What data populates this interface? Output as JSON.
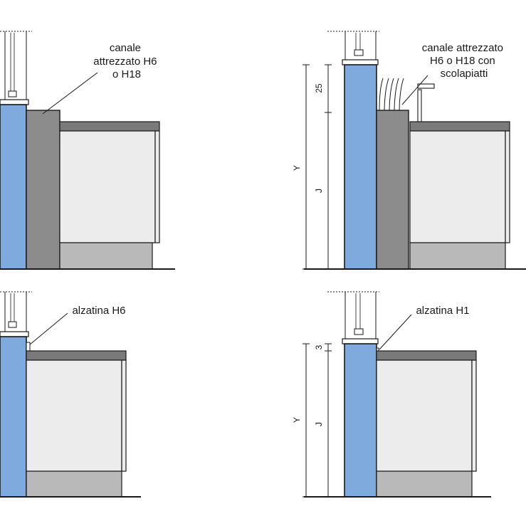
{
  "colors": {
    "wall_panel": "#7eaade",
    "channel": "#8c8c8c",
    "countertop": "#7a7a7a",
    "cabinet": "#ececec",
    "plinth": "#b9b9b9",
    "line": "#1a1a1a"
  },
  "panels": [
    {
      "id": "top-left",
      "label_lines": [
        "canale",
        "attrezzato H6",
        "o H18"
      ]
    },
    {
      "id": "top-right",
      "label_lines": [
        "canale attrezzato",
        "H6 o H18 con",
        "scolapiatti"
      ],
      "dims": {
        "total": "Y",
        "upper": "25",
        "lower": "J"
      }
    },
    {
      "id": "bottom-left",
      "label_lines": [
        "alzatina H6"
      ]
    },
    {
      "id": "bottom-right",
      "label_lines": [
        "alzatina H1"
      ],
      "dims": {
        "total": "Y",
        "upper": "3",
        "lower": "J"
      }
    }
  ]
}
